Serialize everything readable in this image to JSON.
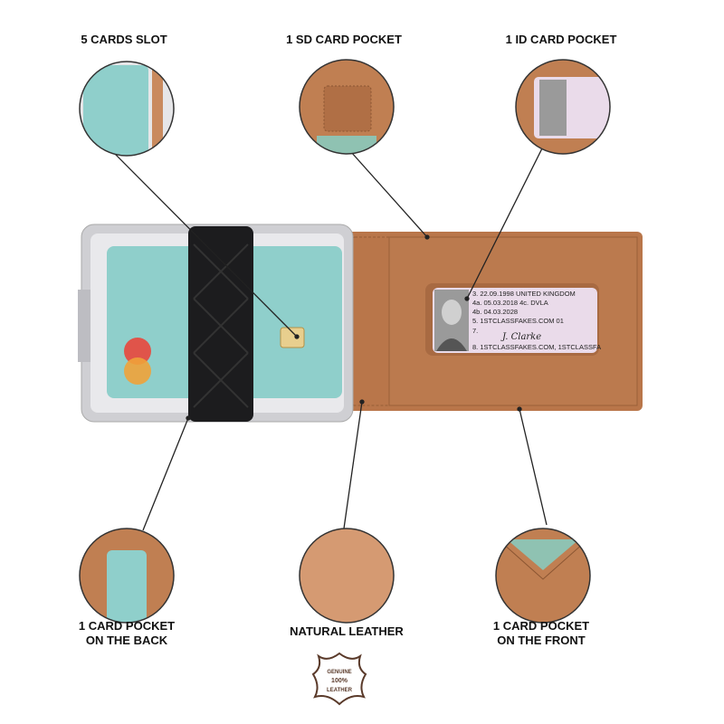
{
  "features": {
    "top": [
      {
        "label": "5 CARDS SLOT"
      },
      {
        "label": "1 SD CARD POCKET"
      },
      {
        "label": "1 ID CARD POCKET"
      }
    ],
    "bottom": [
      {
        "line1": "1 CARD POCKET",
        "line2": "ON THE BACK"
      },
      {
        "line1": "NATURAL LEATHER"
      },
      {
        "line1": "1 CARD POCKET",
        "line2": "ON THE FRONT"
      }
    ]
  },
  "id_card": {
    "lines": [
      "3.   22.09.1998  UNITED KINGDOM",
      "4a.  05.03.2018   4c.  DVLA",
      "4b.  04.03.2028",
      "5.        1STCLASSFAKES.COM  01",
      "7.",
      "8.   1STCLASSFAKES.COM, 1STCLASSFA"
    ],
    "signature": "J. Clarke"
  },
  "badge": {
    "line1": "GENUINE",
    "line2": "100%",
    "line3": "LEATHER"
  },
  "colors": {
    "leather": "#b9764a",
    "card": "#8fcfcb",
    "metal": "#d9d9dc",
    "band": "#1c1c1e"
  }
}
